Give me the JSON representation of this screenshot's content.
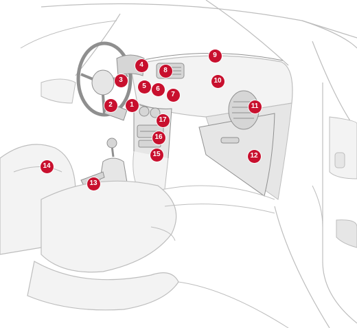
{
  "colors": {
    "background": "#ffffff",
    "line": "#bdbdbd",
    "line_dark": "#8f8f8f",
    "fill_light": "#f3f3f3",
    "fill_mid": "#e6e6e6",
    "fill_dark": "#d6d6d6",
    "marker": "#c8102e",
    "marker_text": "#ffffff"
  },
  "callouts": [
    {
      "label": "1"
    },
    {
      "label": "2"
    },
    {
      "label": "3"
    },
    {
      "label": "4"
    },
    {
      "label": "5"
    },
    {
      "label": "6"
    },
    {
      "label": "7"
    },
    {
      "label": "8"
    },
    {
      "label": "9"
    },
    {
      "label": "10"
    },
    {
      "label": "11"
    },
    {
      "label": "12"
    },
    {
      "label": "13"
    },
    {
      "label": "14"
    },
    {
      "label": "15"
    },
    {
      "label": "16"
    },
    {
      "label": "17"
    }
  ]
}
